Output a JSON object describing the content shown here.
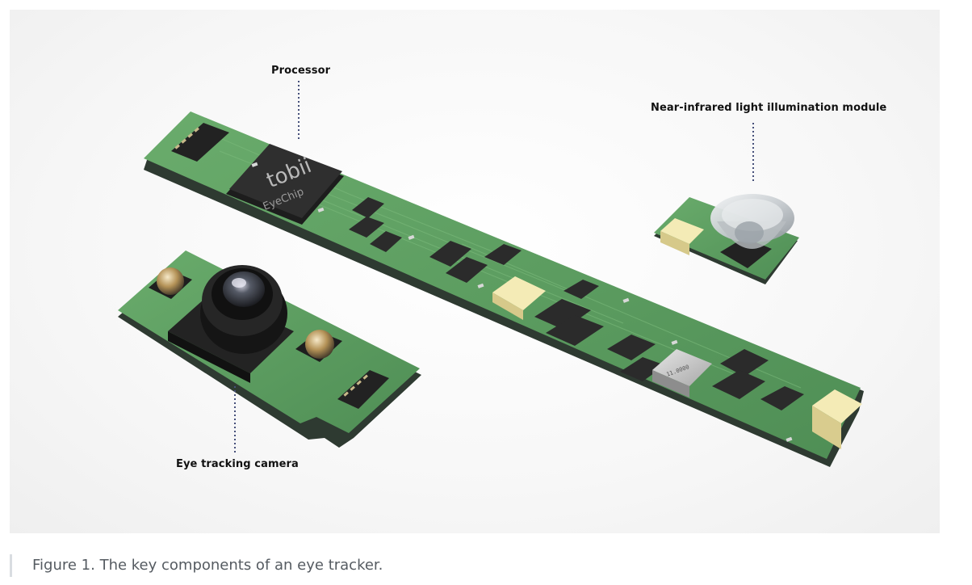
{
  "figure": {
    "labels": {
      "processor": "Processor",
      "illumination": "Near-infrared light illumination module",
      "camera": "Eye tracking camera"
    },
    "chip_text": {
      "brand": "tobii",
      "model": "EyeChip"
    },
    "component_text": "11.0000"
  },
  "caption": {
    "text": "Figure 1. The key components of an eye tracker."
  },
  "colors": {
    "pcb_green": "#5fa063",
    "pcb_dark_edge": "#2d3a31",
    "chip_black": "#2b2b2b",
    "connector_cream": "#f1e7ad",
    "callout_dots": "#46507a"
  }
}
